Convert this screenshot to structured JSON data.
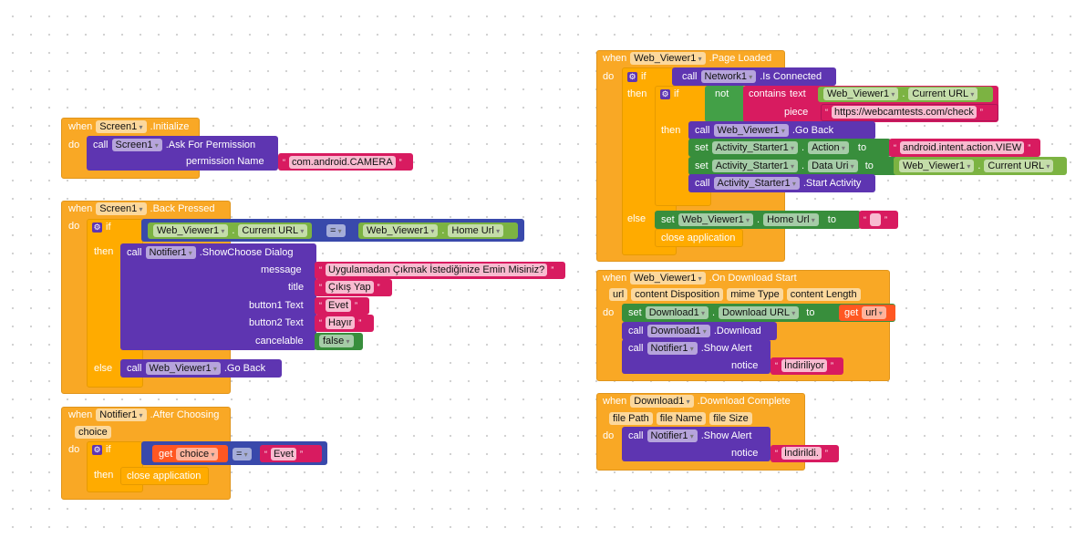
{
  "kw": {
    "when": "when",
    "do": "do",
    "call": "call",
    "if": "if",
    "then": "then",
    "else": "else",
    "set": "set",
    "to": "to",
    "get": "get",
    "not": "not",
    "contains": "contains",
    "text": "text",
    "piece": "piece",
    "dot": ".",
    "eq": "=",
    "gear": "⚙"
  },
  "b1": {
    "comp": "Screen1",
    "event": ".Initialize",
    "call_comp": "Screen1",
    "method": ".Ask For Permission",
    "arg": "permission Name",
    "value": "com.android.CAMERA"
  },
  "b2": {
    "comp": "Screen1",
    "event": ".Back Pressed",
    "cmp_a": "Web_Viewer1",
    "prop_a": "Current URL",
    "cmp_b": "Web_Viewer1",
    "prop_b": "Home Url",
    "call_comp": "Notifier1",
    "method": ".ShowChoose Dialog",
    "args": [
      "message",
      "title",
      "button1 Text",
      "button2 Text",
      "cancelable"
    ],
    "vals": [
      "Uygulamadan Çıkmak İstediğinize Emin Misiniz?",
      "Çıkış Yap",
      "Evet",
      "Hayır",
      "false"
    ],
    "else_comp": "Web_Viewer1",
    "else_method": ".Go Back"
  },
  "b3": {
    "comp": "Notifier1",
    "event": ".After Choosing",
    "param": "choice",
    "get_var": "choice",
    "value": "Evet",
    "action": "close application"
  },
  "b4": {
    "comp": "Web_Viewer1",
    "event": ".Page Loaded",
    "net": "Network1",
    "net_method": ".Is Connected",
    "wv": "Web_Viewer1",
    "cur": "Current URL",
    "piece": "https://webcamtests.com/check",
    "goback": ".Go Back",
    "as": "Activity_Starter1",
    "action": "Action",
    "action_val": "android.intent.action.VIEW",
    "datauri": "Data Uri",
    "start": ".Start Activity",
    "home": "Home Url",
    "home_val": "",
    "close": "close application"
  },
  "b5": {
    "comp": "Web_Viewer1",
    "event": ".On Download Start",
    "params": [
      "url",
      "content Disposition",
      "mime Type",
      "content Length"
    ],
    "dl": "Download1",
    "dl_prop": "Download URL",
    "get_var": "url",
    "dl_method": ".Download",
    "notif": "Notifier1",
    "alert": ".Show Alert",
    "notice": "notice",
    "notice_val": "İndiriliyor"
  },
  "b6": {
    "comp": "Download1",
    "event": ".Download Complete",
    "params": [
      "file Path",
      "file Name",
      "file Size"
    ],
    "notif": "Notifier1",
    "alert": ".Show Alert",
    "notice": "notice",
    "notice_val": "İndirildi."
  }
}
